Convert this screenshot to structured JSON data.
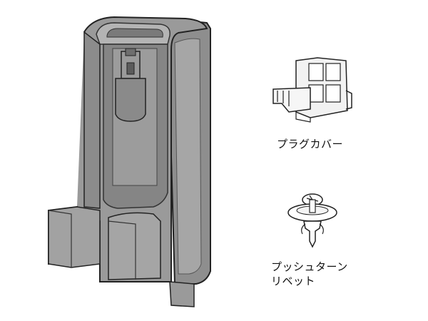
{
  "parts": [
    {
      "id": "holder",
      "label": ""
    },
    {
      "id": "plug_cover",
      "label": "プラグカバー"
    },
    {
      "id": "push_rivet",
      "label_lines": [
        "プッシュターン",
        "リベット"
      ]
    }
  ],
  "colors": {
    "body": "#9a9a9a",
    "shadow": "#7c7c7c",
    "highlight": "#b8b8b8",
    "outline": "#222222"
  }
}
